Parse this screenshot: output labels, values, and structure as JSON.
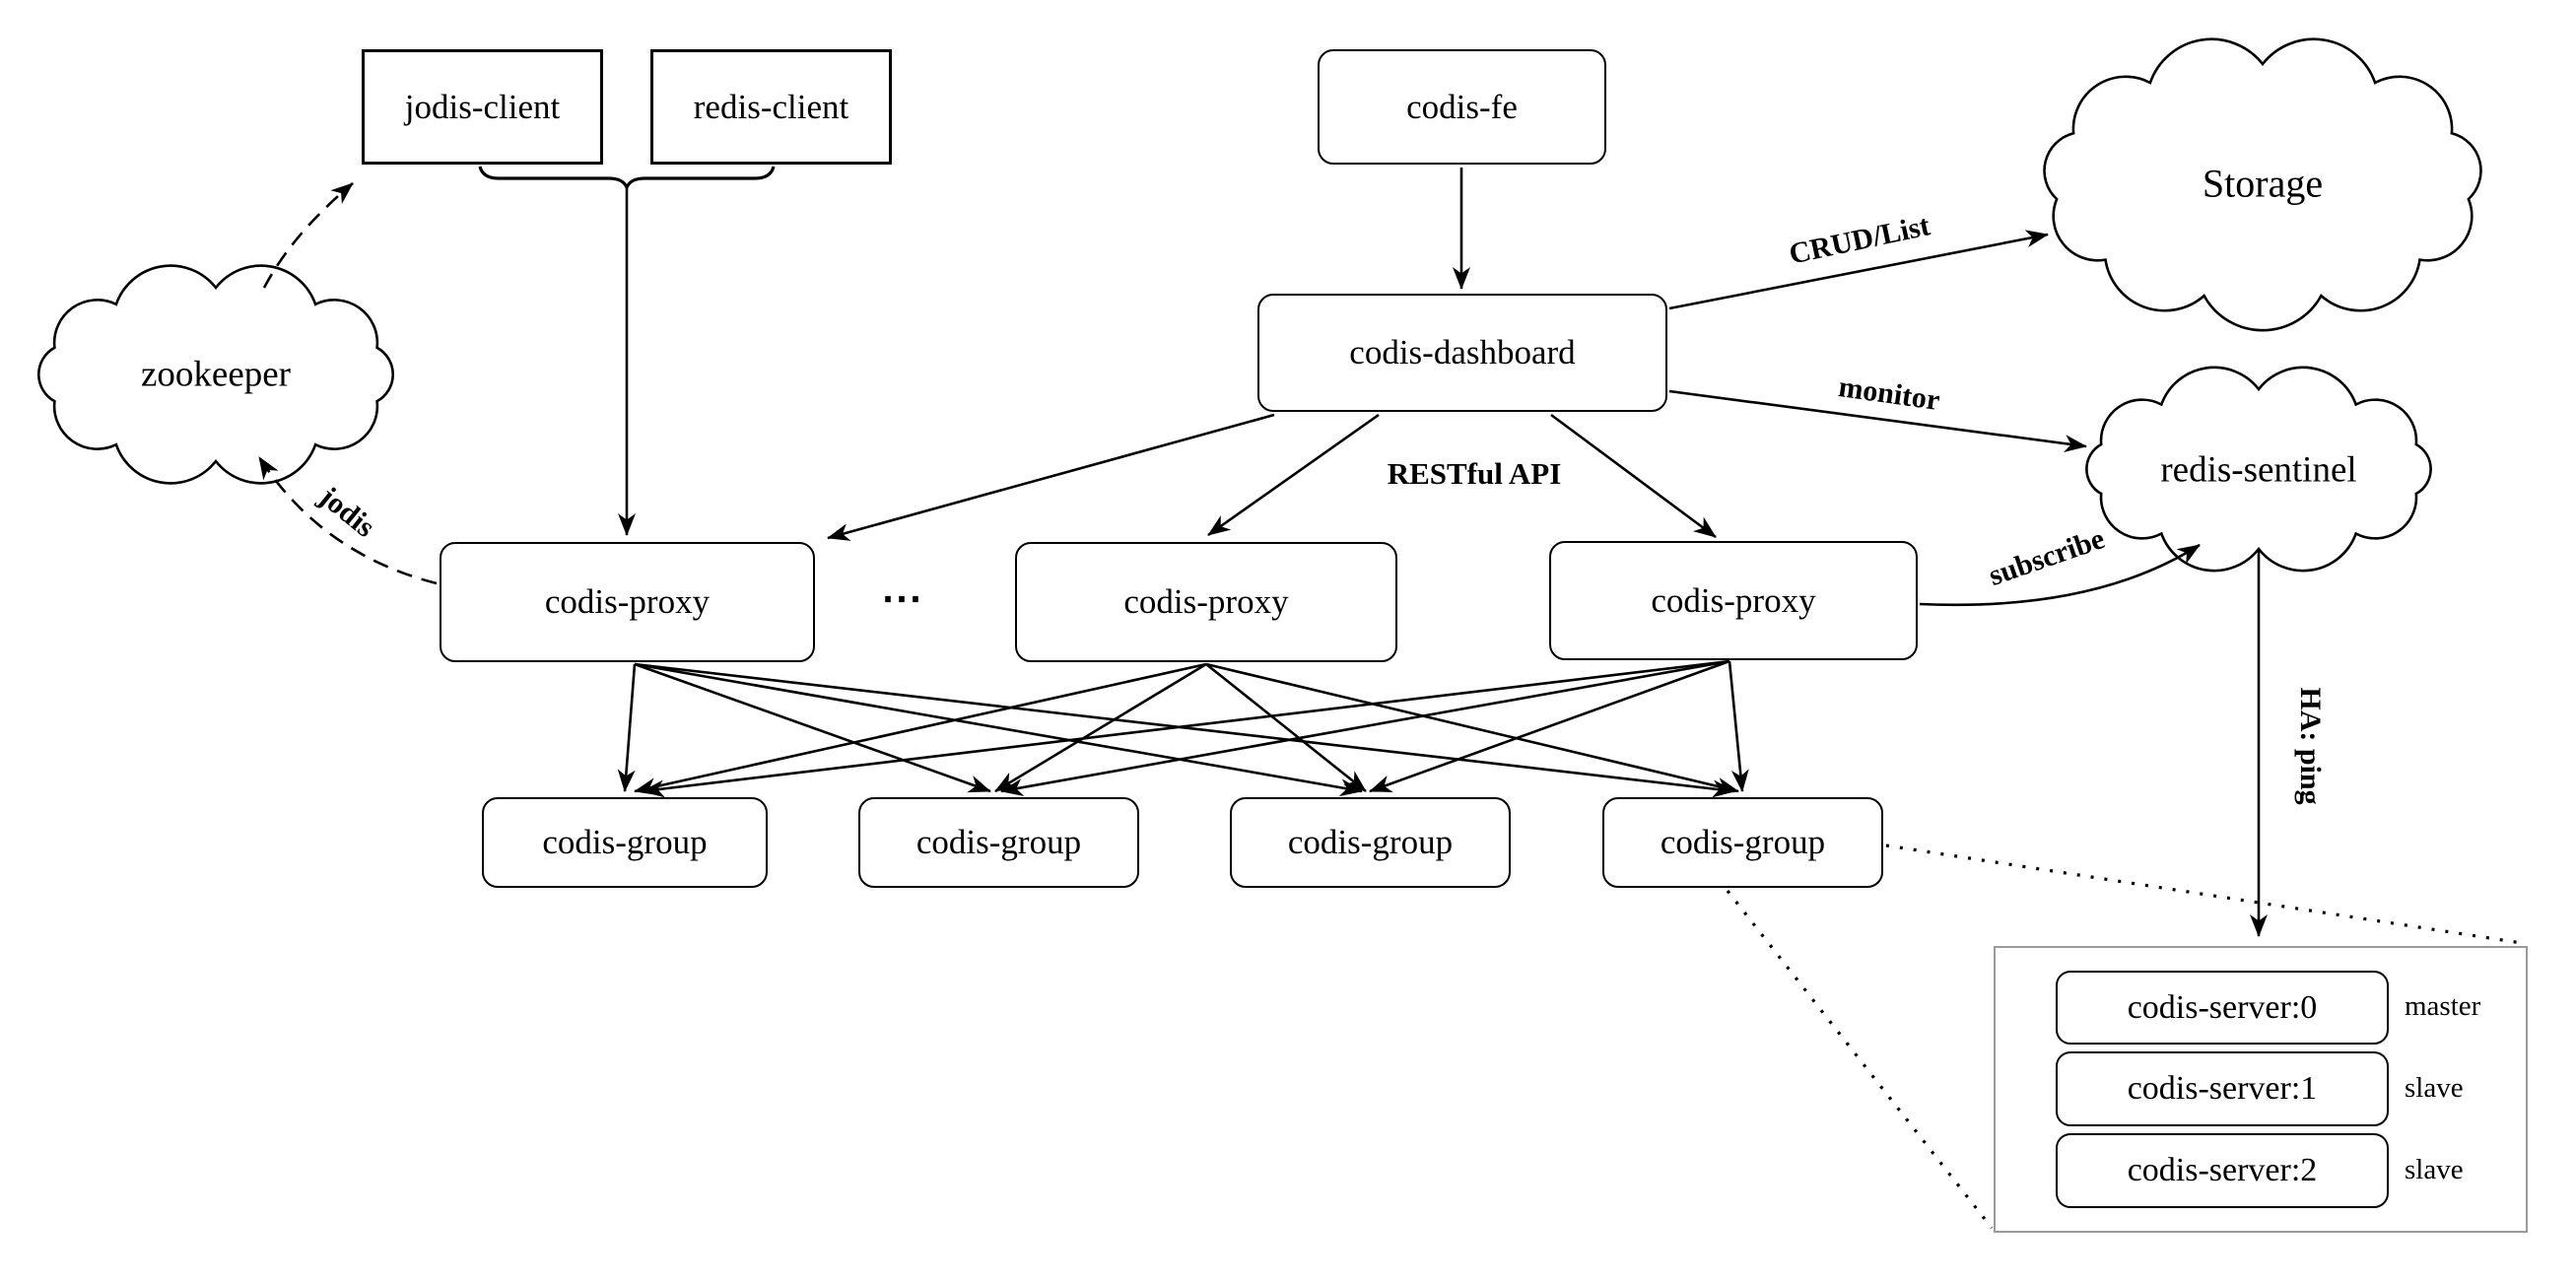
{
  "diagram": {
    "nodes": {
      "jodis_client": "jodis-client",
      "redis_client": "redis-client",
      "codis_fe": "codis-fe",
      "codis_dashboard": "codis-dashboard",
      "zookeeper": "zookeeper",
      "storage": "Storage",
      "redis_sentinel": "redis-sentinel",
      "codis_proxy": "codis-proxy",
      "proxy_ellipsis": "⋯",
      "codis_group": "codis-group",
      "codis_server_0": "codis-server:0",
      "codis_server_1": "codis-server:1",
      "codis_server_2": "codis-server:2"
    },
    "server_roles": [
      "master",
      "slave",
      "slave"
    ],
    "edge_labels": {
      "crud": "CRUD/List",
      "monitor": "monitor",
      "restful_api": "RESTful API",
      "subscribe": "subscribe",
      "jodis": "jodis",
      "ha_ping": "HA: ping"
    },
    "colors": {
      "stroke": "#000000",
      "container_border": "#9a9a9a",
      "background": "#ffffff"
    }
  }
}
